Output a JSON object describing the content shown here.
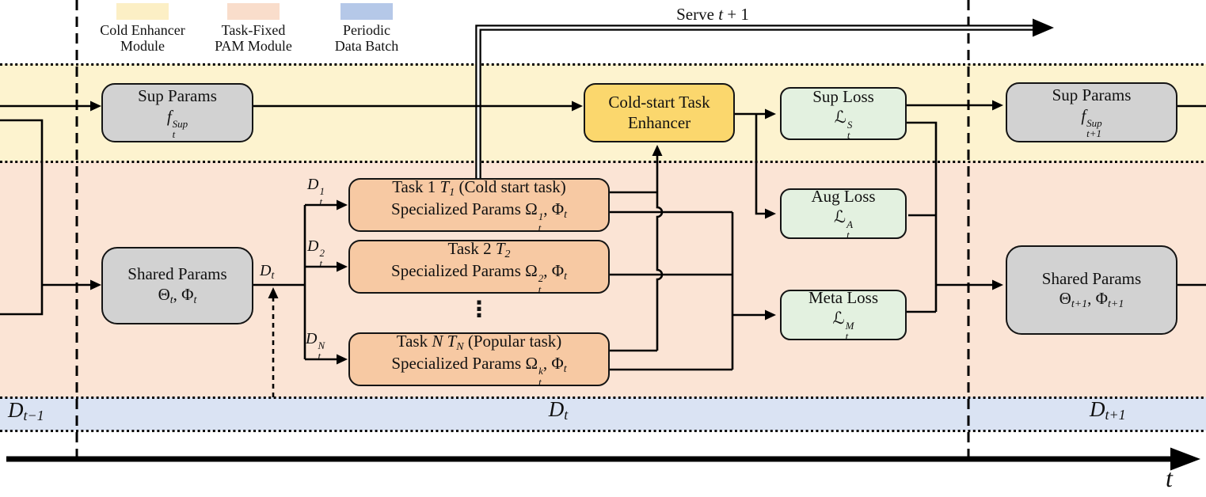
{
  "legend": {
    "items": [
      {
        "name": "cold-enhancer-module",
        "line1": "Cold Enhancer",
        "line2": "Module",
        "color": "#fcefc5"
      },
      {
        "name": "task-fixed-pam-module",
        "line1": "Task-Fixed",
        "line2": "PAM Module",
        "color": "#f9ddcb"
      },
      {
        "name": "periodic-data-batch",
        "line1": "Periodic",
        "line2": "Data Batch",
        "color": "#b5c8e8"
      }
    ]
  },
  "serve": {
    "a": "Serve ",
    "v": "t",
    "b": " + 1"
  },
  "bands": {
    "cold_enhancer_color": "#fdf3cf",
    "task_fixed_pam_color": "#fbe4d5",
    "periodic_data_color": "#dae3f3"
  },
  "colors": {
    "gray_box": "#d2d2d2",
    "gold_box": "#fbd76d",
    "green_box": "#e3f1e0",
    "task_box": "#f7c9a3",
    "line": "#000000"
  },
  "boxes": {
    "sup_params_t": {
      "title": "Sup Params",
      "base": "f",
      "sup": "Sup",
      "sub": "t"
    },
    "cold_start_enhancer": {
      "line1": "Cold-start Task",
      "line2": "Enhancer"
    },
    "sup_loss": {
      "title": "Sup Loss",
      "base": "ℒ",
      "sup": "S",
      "sub": "t"
    },
    "sup_params_t1": {
      "title": "Sup Params",
      "base": "f",
      "sup": "Sup",
      "sub": "t+1"
    },
    "shared_params_t": {
      "title": "Shared Params",
      "g1": "Θ",
      "g1s": "t",
      "sep": ", ",
      "g2": "Φ",
      "g2s": "t"
    },
    "task1": {
      "l1a": "Task 1 ",
      "l1n": "",
      "l1m": "",
      "l1v": "T",
      "l1vs": "1",
      "l1b": " (Cold start task)",
      "l2a": "Specialized Params ",
      "om": "Ω",
      "oms": "1",
      "omb": "t",
      "l2b": ", ",
      "ph": "Φ",
      "phs": "t"
    },
    "task2": {
      "l1a": "Task 2 ",
      "l1n": "",
      "l1m": "",
      "l1v": "T",
      "l1vs": "2",
      "l1b": "",
      "l2a": "Specialized Params ",
      "om": "Ω",
      "oms": "2",
      "omb": "t",
      "l2b": ", ",
      "ph": "Φ",
      "phs": "t"
    },
    "taskN": {
      "l1a": "Task ",
      "l1n": "N",
      "l1m": " ",
      "l1v": "T",
      "l1vs": "N",
      "l1b": " (Popular task)",
      "l2a": "Specialized Params ",
      "om": "Ω",
      "oms": "k",
      "omb": "t",
      "l2b": ", ",
      "ph": "Φ",
      "phs": "t"
    },
    "aug_loss": {
      "title": "Aug Loss",
      "base": "ℒ",
      "sup": "A",
      "sub": "t"
    },
    "meta_loss": {
      "title": "Meta Loss",
      "base": "ℒ",
      "sup": "M",
      "sub": "t"
    },
    "shared_params_t1": {
      "title": "Shared Params",
      "g1": "Θ",
      "g1s": "t+1",
      "sep": ", ",
      "g2": "Φ",
      "g2s": "t+1"
    }
  },
  "labels": {
    "d_t1": {
      "base": "D",
      "sup": "1",
      "sub": "t"
    },
    "d_t2": {
      "base": "D",
      "sup": "2",
      "sub": "t"
    },
    "d_tN": {
      "base": "D",
      "sup": "N",
      "sub": "t"
    },
    "d_t_mid": {
      "base": "D",
      "sub": "t"
    },
    "ellipsis": "⋮"
  },
  "data_batches": {
    "d_prev": {
      "base": "D",
      "sub": "t−1"
    },
    "d_cur": {
      "base": "D",
      "sub": "t"
    },
    "d_next": {
      "base": "D",
      "sub": "t+1"
    }
  },
  "timeline": {
    "axis_label": "t"
  }
}
